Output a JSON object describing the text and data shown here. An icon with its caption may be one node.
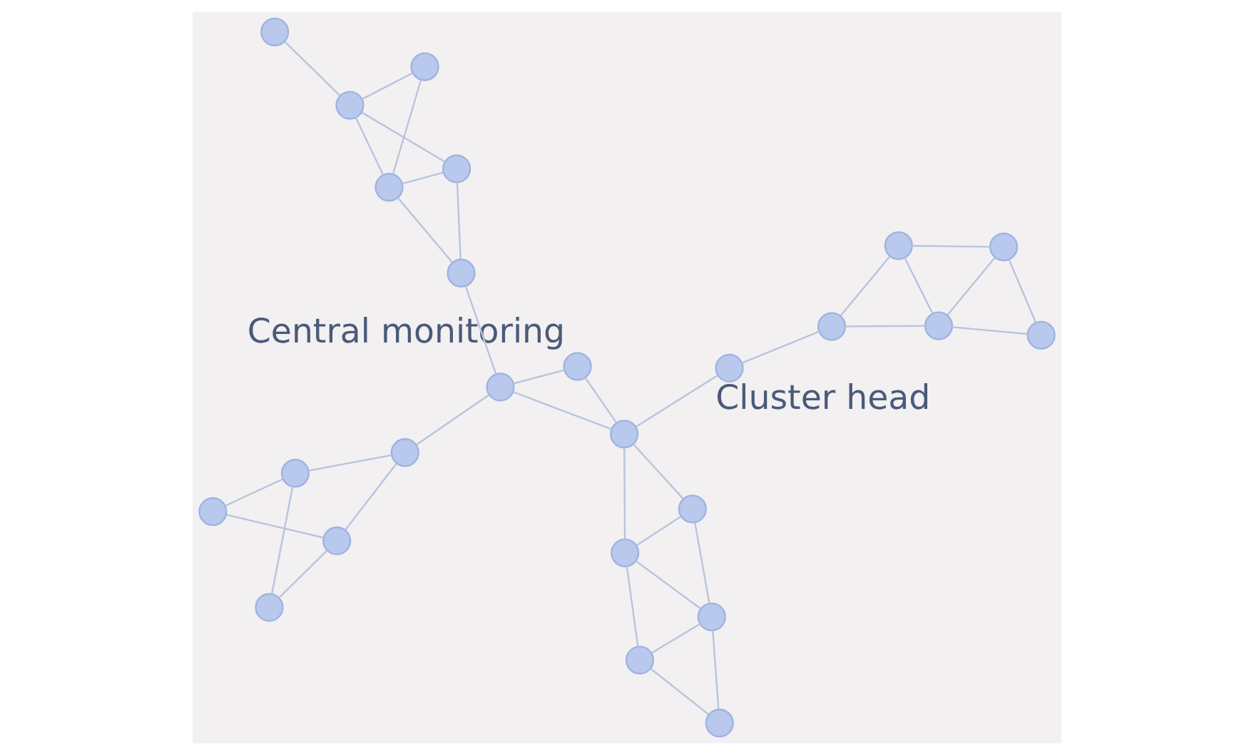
{
  "diagram": {
    "nodes": [
      {
        "text": [],
        "shape": "circle"
      },
      {
        "text": [],
        "shape": "circle"
      },
      {
        "text": [],
        "shape": "circle"
      },
      {
        "text": [],
        "shape": "circle"
      },
      {
        "text": [],
        "shape": "circle"
      },
      {
        "text": [],
        "shape": "circle"
      },
      {
        "text": [],
        "shape": "circle"
      },
      {
        "text": [],
        "shape": "circle"
      },
      {
        "text": [],
        "shape": "circle"
      },
      {
        "text": [],
        "shape": "circle"
      },
      {
        "text": [],
        "shape": "circle"
      },
      {
        "text": [],
        "shape": "circle"
      },
      {
        "text": [],
        "shape": "circle"
      },
      {
        "text": [],
        "shape": "circle"
      },
      {
        "text": [],
        "shape": "circle"
      },
      {
        "text": [],
        "shape": "circle"
      },
      {
        "text": [],
        "shape": "circle"
      },
      {
        "text": [],
        "shape": "circle"
      },
      {
        "text": [],
        "shape": "circle"
      },
      {
        "text": [],
        "shape": "circle"
      },
      {
        "text": [],
        "shape": "circle"
      },
      {
        "text": [],
        "shape": "circle"
      },
      {
        "text": [],
        "shape": "circle",
        "beside": [
          "Cluster head"
        ]
      },
      {
        "text": [],
        "shape": "circle"
      },
      {
        "text": [],
        "shape": "circle",
        "beside": [
          "Central monitoring"
        ]
      }
    ],
    "edges": [
      {
        "from": 1,
        "to": 4,
        "arrow": "none"
      },
      {
        "from": 1,
        "to": 9,
        "arrow": "none"
      },
      {
        "from": 4,
        "to": 9,
        "arrow": "none"
      },
      {
        "from": 9,
        "to": 15,
        "arrow": "none"
      },
      {
        "from": 4,
        "to": 15,
        "arrow": "none"
      },
      {
        "from": 9,
        "to": 17,
        "arrow": "none"
      },
      {
        "from": 15,
        "to": 17,
        "arrow": "none"
      },
      {
        "from": 17,
        "to": 22,
        "arrow": "none"
      },
      {
        "from": 0,
        "to": 6,
        "arrow": "none"
      },
      {
        "from": 0,
        "to": 7,
        "arrow": "none"
      },
      {
        "from": 6,
        "to": 7,
        "arrow": "none"
      },
      {
        "from": 7,
        "to": 13,
        "arrow": "none"
      },
      {
        "from": 7,
        "to": 12,
        "arrow": "none"
      },
      {
        "from": 13,
        "to": 12,
        "arrow": "none"
      },
      {
        "from": 6,
        "to": 12,
        "arrow": "none"
      },
      {
        "from": 13,
        "to": 18,
        "arrow": "none"
      },
      {
        "from": 12,
        "to": 18,
        "arrow": "none"
      },
      {
        "from": 18,
        "to": 19,
        "arrow": "none"
      },
      {
        "from": 18,
        "to": 22,
        "arrow": "none"
      },
      {
        "from": 18,
        "to": 24,
        "arrow": "none"
      },
      {
        "from": 2,
        "to": 3,
        "arrow": "none"
      },
      {
        "from": 2,
        "to": 5,
        "arrow": "none"
      },
      {
        "from": 3,
        "to": 8,
        "arrow": "none"
      },
      {
        "from": 5,
        "to": 8,
        "arrow": "none"
      },
      {
        "from": 5,
        "to": 10,
        "arrow": "none"
      },
      {
        "from": 3,
        "to": 10,
        "arrow": "none"
      },
      {
        "from": 10,
        "to": 19,
        "arrow": "none"
      },
      {
        "from": 19,
        "to": 23,
        "arrow": "none"
      },
      {
        "from": 19,
        "to": 24,
        "arrow": "none"
      },
      {
        "from": 11,
        "to": 16,
        "arrow": "none"
      },
      {
        "from": 14,
        "to": 16,
        "arrow": "none"
      },
      {
        "from": 14,
        "to": 21,
        "arrow": "none"
      },
      {
        "from": 16,
        "to": 20,
        "arrow": "none"
      },
      {
        "from": 16,
        "to": 21,
        "arrow": "none"
      },
      {
        "from": 20,
        "to": 21,
        "arrow": "none"
      },
      {
        "from": 20,
        "to": 23,
        "arrow": "none"
      },
      {
        "from": 21,
        "to": 23,
        "arrow": "none"
      }
    ]
  }
}
